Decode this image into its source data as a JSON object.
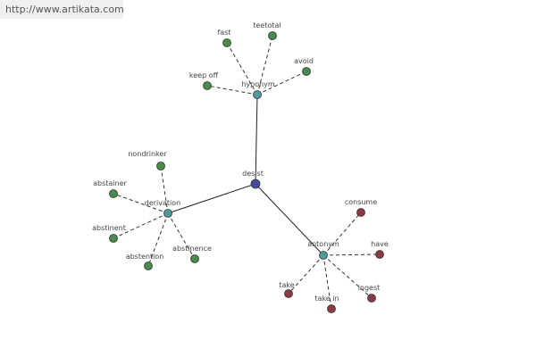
{
  "source_url": "http://www.artikata.com",
  "colors": {
    "center": "#4a4a9a",
    "relation": "#4e9a9a",
    "green": "#4a8a4a",
    "red": "#8a3a44"
  },
  "center": {
    "id": "desist",
    "label": "desist"
  },
  "relations": [
    {
      "id": "hyponym",
      "label": "hyponym",
      "words": [
        "fast",
        "teetotal",
        "keep off",
        "avoid"
      ]
    },
    {
      "id": "derivation",
      "label": "derivation",
      "words": [
        "nondrinker",
        "abstainer",
        "abstinent",
        "abstention",
        "abstinence"
      ]
    },
    {
      "id": "antonym",
      "label": "antonym",
      "words": [
        "consume",
        "have",
        "take",
        "take in",
        "ingest"
      ]
    }
  ]
}
